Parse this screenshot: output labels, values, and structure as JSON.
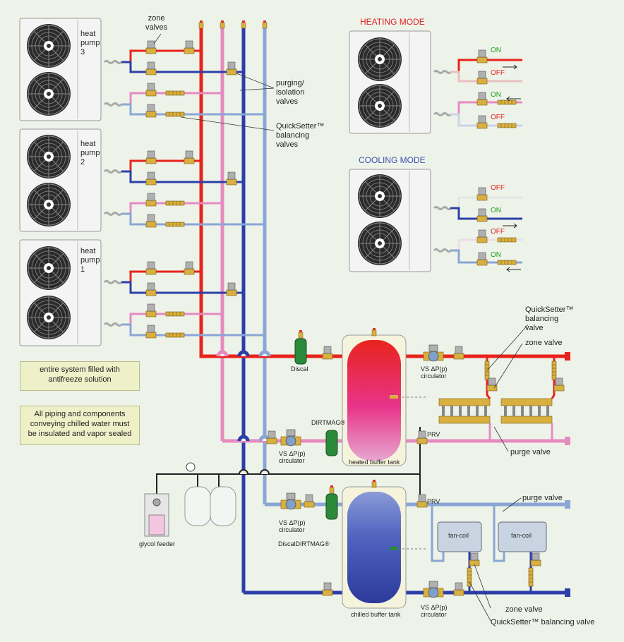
{
  "heat_pumps": [
    {
      "label_line1": "heat",
      "label_line2": "pump",
      "number": "3"
    },
    {
      "label_line1": "heat",
      "label_line2": "pump",
      "number": "2"
    },
    {
      "label_line1": "heat",
      "label_line2": "pump",
      "number": "1"
    }
  ],
  "labels": {
    "zone_valves": "zone\nvalves",
    "purging": "purging/\nisolation\nvalves",
    "quicksetter_top": "QuickSetter™\nbalancing\nvalves",
    "heating_mode": "HEATING MODE",
    "cooling_mode": "COOLING MODE",
    "on": "ON",
    "off": "OFF",
    "quicksetter_right": "QuickSetter™\nbalancing\nvalve",
    "zone_valve_right": "zone valve",
    "discal": "Discal",
    "vs_circ_top": "VS ΔP(p)\ncirculator",
    "dirtmag": "DIRTMAG®",
    "vs_circ_mid": "VS ΔP(p)\ncirculator",
    "heated_tank": "heated buffer tank",
    "prv1": "PRV",
    "purge_valve_1": "purge valve",
    "prv2": "PRV",
    "purge_valve_2": "purge valve",
    "vs_circ_low": "VS ΔP(p)\ncirculator",
    "discal_dirtmag": "DiscalDIRTMAG®",
    "glycol": "glycol feeder",
    "chilled_tank": "chilled buffer tank",
    "vs_circ_bottom": "VS ΔP(p)\ncirculator",
    "fan_coil_1": "fan-coil",
    "fan_coil_2": "fan-coil",
    "zone_valve_bottom": "zone valve",
    "quicksetter_bottom": "QuickSetter™ balancing valve"
  },
  "notes": {
    "antifreeze": "entire system filled with\nantifreeze solution",
    "insulate": "All piping and components\nconveying chilled water must\nbe insulated and vapor sealed"
  },
  "colors": {
    "hot": "#e8231c",
    "warm": "#e58bc0",
    "cold": "#2c3fa8",
    "cool": "#8aa6d6",
    "background": "#eef3ea"
  }
}
